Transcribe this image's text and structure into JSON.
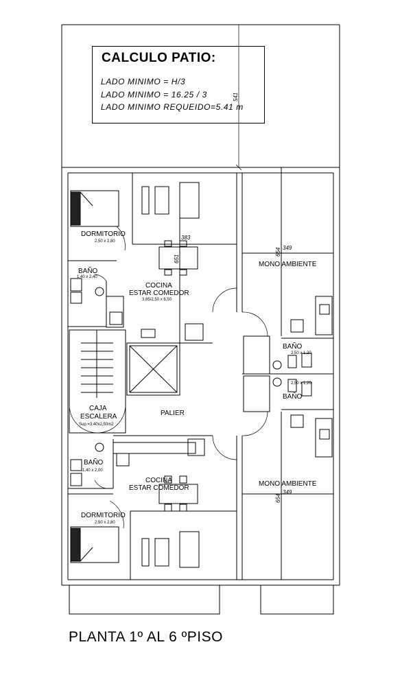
{
  "patio_calc": {
    "title": "CALCULO PATIO:",
    "lines": [
      "LADO MINIMO  =  H/3",
      "LADO MINIMO  =  16.25  /  3",
      "LADO MINIMO  REQUEIDO=5.41  m"
    ]
  },
  "dimensions": {
    "patio_height": "541",
    "kitchen_width": "383",
    "kitchen_depth": "651",
    "mono_top_depth": "654",
    "mono_top_width": "349",
    "mono_bottom_depth": "654",
    "mono_bottom_width": "349"
  },
  "rooms": {
    "dormitorio_top": {
      "name": "DORMITORIO",
      "size": "2,50 x 2,80"
    },
    "bano_top_left": {
      "name": "BAÑO",
      "size": "1,40 x 2,40"
    },
    "cocina_top": {
      "name_1": "COCINA",
      "name_2": "ESTAR COMEDOR",
      "size": "3,85/2,50 x 6,50"
    },
    "mono_top": {
      "name": "MONO AMBIENTE"
    },
    "bano_right_1": {
      "name": "BAÑO",
      "size": "2,50 x 1,20"
    },
    "bano_right_2": {
      "name": "BAÑO",
      "size": "2,50 x 1,20"
    },
    "caja_escalera": {
      "name_1": "CAJA",
      "name_2": "ESCALERA",
      "size": "Sup.=3,40x2,50m2"
    },
    "palier": {
      "name": "PALIER"
    },
    "bano_bottom_left": {
      "name": "BAÑO",
      "size": "1,40 x 2,00"
    },
    "cocina_bottom": {
      "name_1": "COCINA",
      "name_2": "ESTAR COMEDOR"
    },
    "mono_bottom": {
      "name": "MONO AMBIENTE"
    },
    "dormitorio_bottom": {
      "name": "DORMITORIO",
      "size": "2,50 x 2,80"
    }
  },
  "plan_title": "PLANTA  1º  AL 6 ºPISO"
}
